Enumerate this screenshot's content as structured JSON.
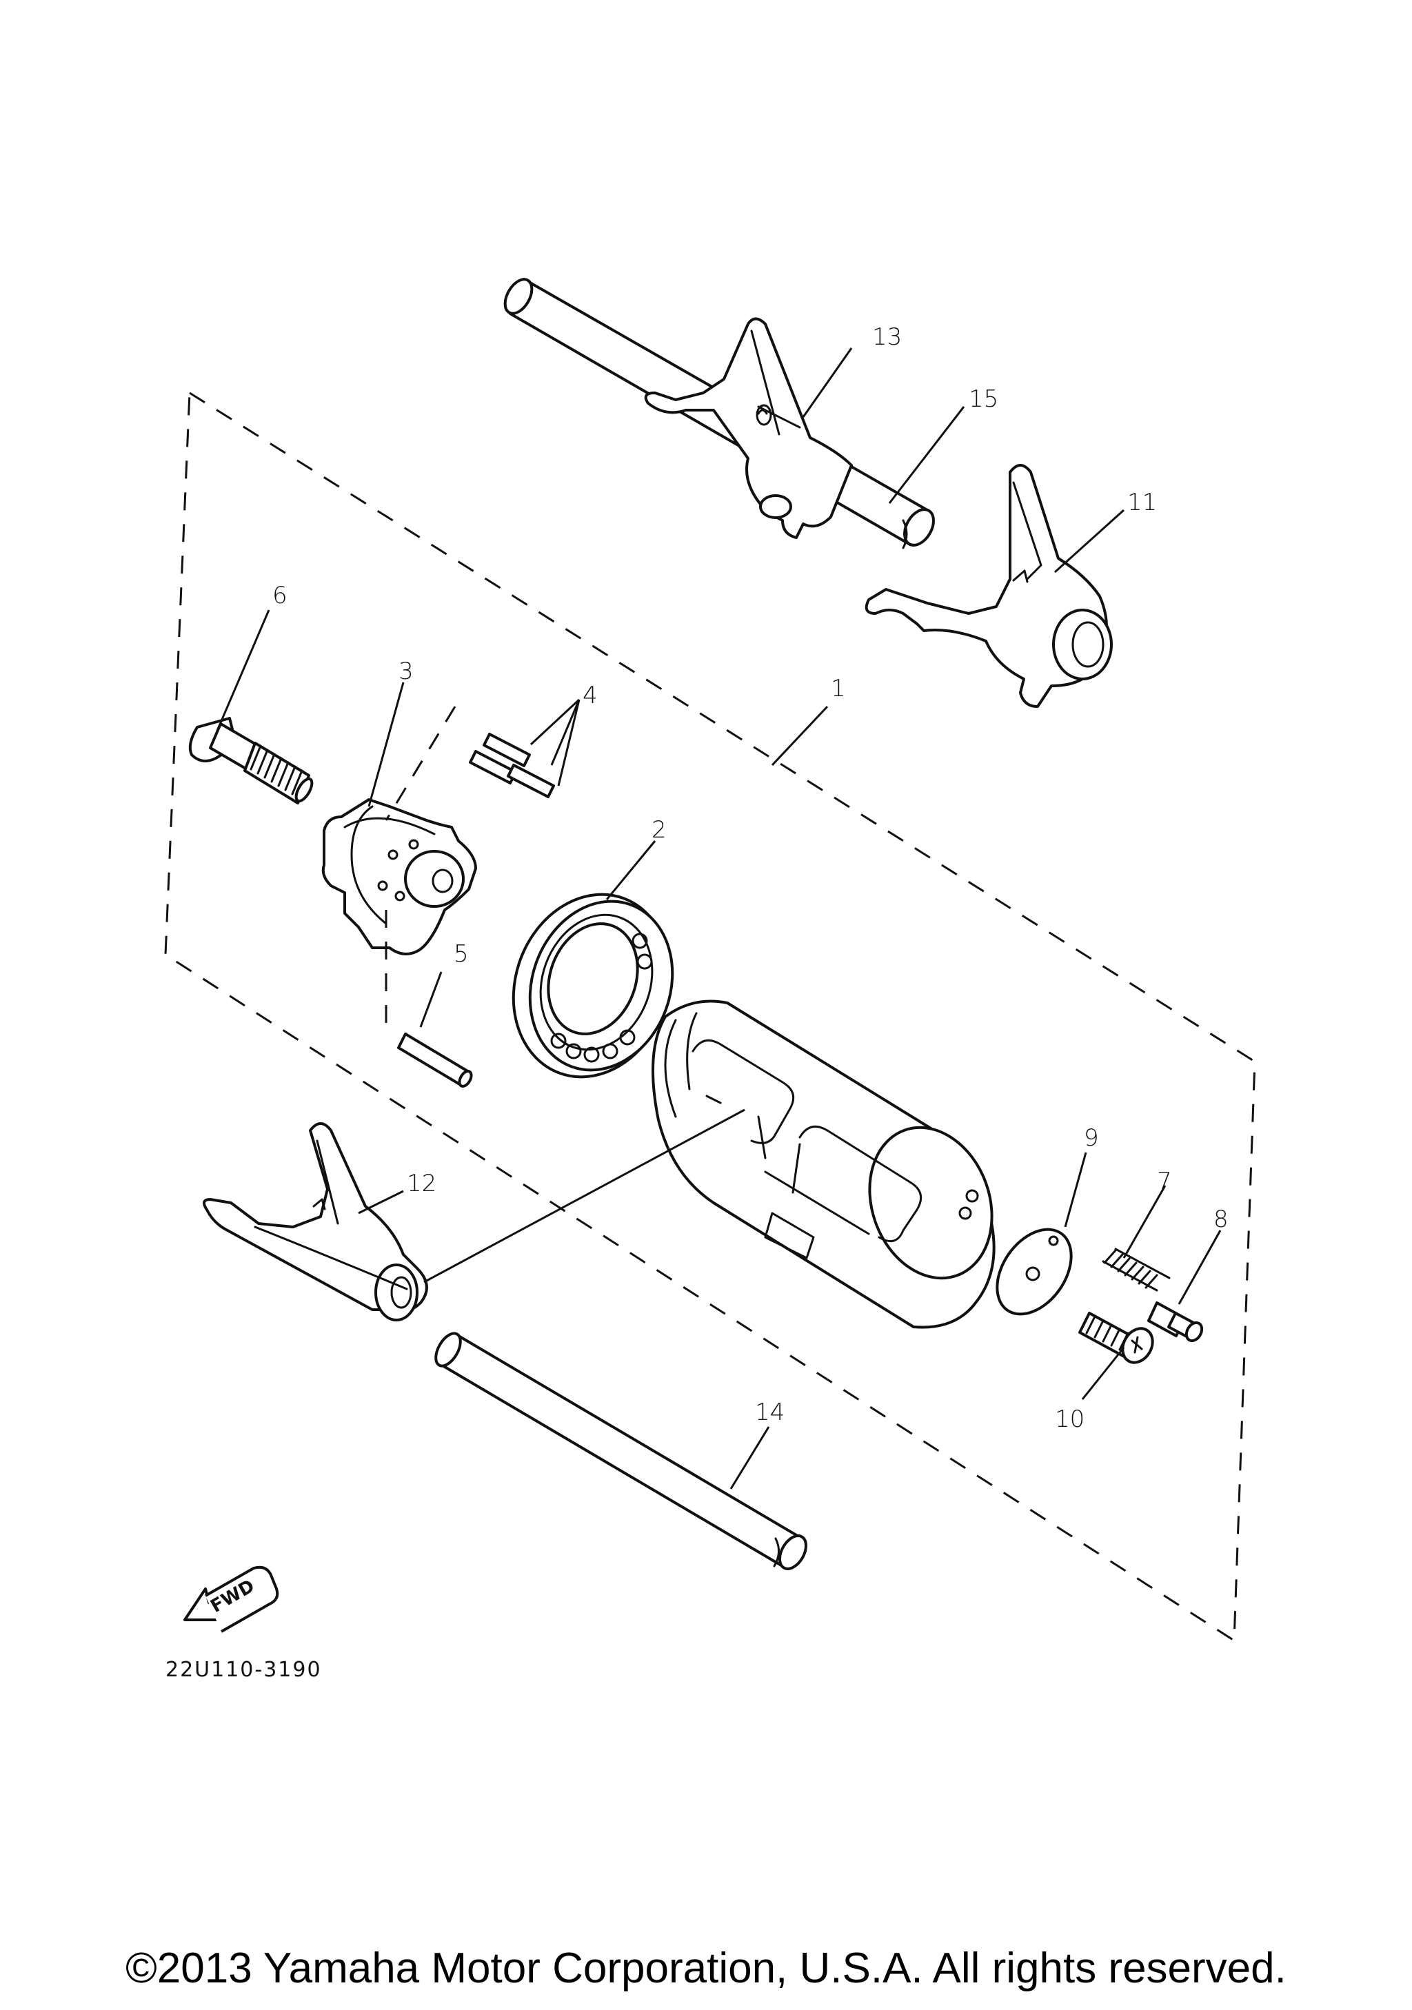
{
  "diagram": {
    "code": "22U110-3190",
    "fwd_label": "FWD",
    "copyright": "©2013 Yamaha Motor Corporation, U.S.A. All rights reserved.",
    "callouts": [
      {
        "id": "1",
        "label": "1"
      },
      {
        "id": "2",
        "label": "2"
      },
      {
        "id": "3",
        "label": "3"
      },
      {
        "id": "4",
        "label": "4"
      },
      {
        "id": "5",
        "label": "5"
      },
      {
        "id": "6",
        "label": "6"
      },
      {
        "id": "7",
        "label": "7"
      },
      {
        "id": "8",
        "label": "8"
      },
      {
        "id": "9",
        "label": "9"
      },
      {
        "id": "10",
        "label": "10"
      },
      {
        "id": "11",
        "label": "11"
      },
      {
        "id": "12",
        "label": "12"
      },
      {
        "id": "13",
        "label": "13"
      },
      {
        "id": "14",
        "label": "14"
      },
      {
        "id": "15",
        "label": "15"
      }
    ]
  }
}
